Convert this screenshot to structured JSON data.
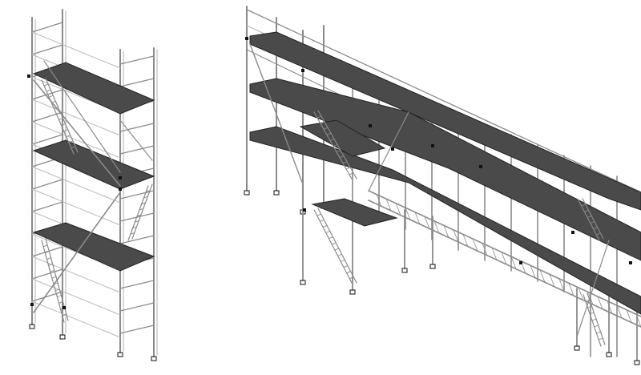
{
  "colors": {
    "background": "#ffffff",
    "frame": "#8a8a8a",
    "frame_light": "#b9b9b9",
    "deck": "#4a4a4a",
    "deck_edge": "#222222",
    "fitting": "#111111"
  },
  "figures": [
    {
      "id": "mobile-tower",
      "levels": 3,
      "ladders": 3
    },
    {
      "id": "bridging-scaffold",
      "levels": 3,
      "stair_flights": 2,
      "bridge_spans": 1
    }
  ]
}
